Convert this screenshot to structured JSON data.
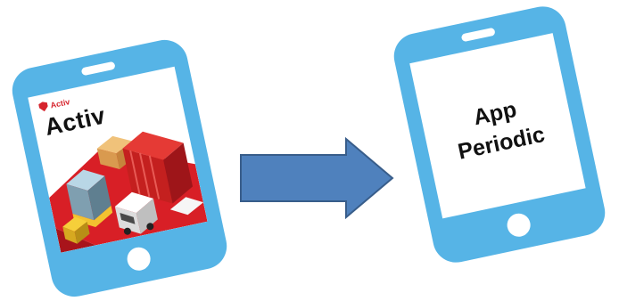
{
  "left_phone": {
    "brand_small": "Activ",
    "title": "Activ"
  },
  "right_phone": {
    "line1": "App",
    "line2": "Periodic"
  },
  "colors": {
    "phone_body": "#56b4e6",
    "arrow_fill": "#4f81bd",
    "arrow_stroke": "#385d8a",
    "brand_red": "#d6242d"
  },
  "icons": [
    "shield-icon",
    "truck-illustration",
    "right-arrow-icon"
  ]
}
